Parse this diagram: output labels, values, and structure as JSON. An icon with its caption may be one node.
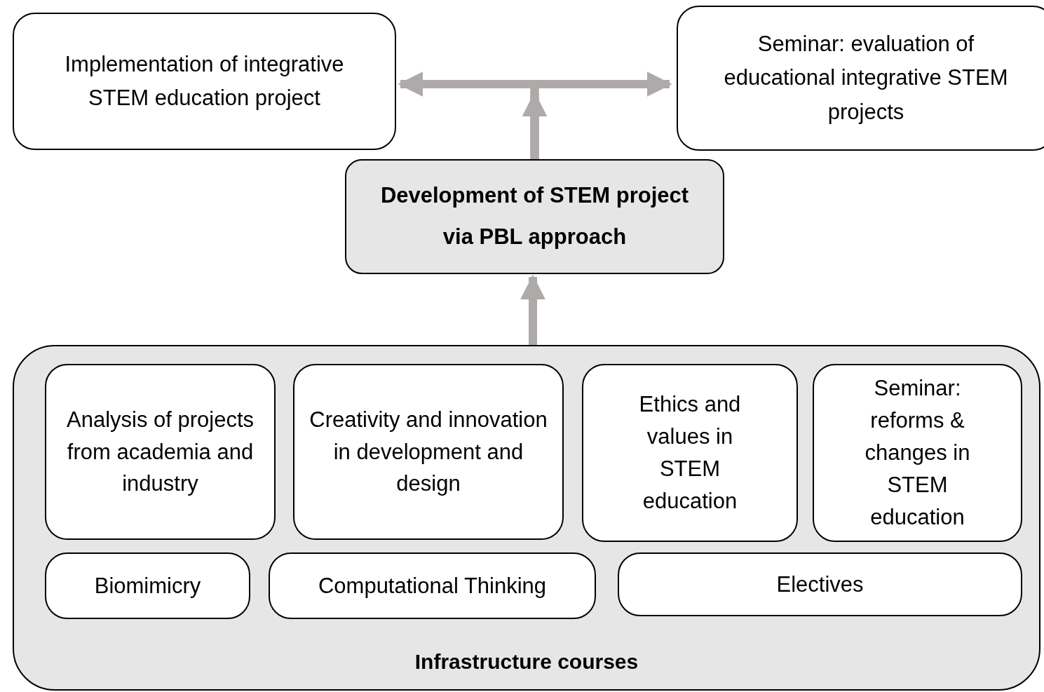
{
  "diagram": {
    "nodes": [
      {
        "text": [
          "Implementation of integrative STEM education project"
        ]
      },
      {
        "text": [
          "Seminar: evaluation of educational integrative STEM projects"
        ]
      },
      {
        "text": [
          "Development of STEM project via PBL approach"
        ]
      },
      {
        "text": [
          "Infrastructure courses"
        ]
      },
      {
        "text": [
          "Analysis of projects from academia and industry"
        ],
        "in": 3
      },
      {
        "text": [
          "Creativity and innovation in development and design"
        ],
        "in": 3
      },
      {
        "text": [
          "Ethics and values in STEM education"
        ],
        "in": 3
      },
      {
        "text": [
          "Seminar: reforms & changes in STEM education"
        ],
        "in": 3
      },
      {
        "text": [
          "Biomimicry"
        ],
        "in": 3
      },
      {
        "text": [
          "Computational Thinking"
        ],
        "in": 3
      },
      {
        "text": [
          "Electives"
        ],
        "in": 3
      }
    ],
    "edges": [
      {
        "from": 3,
        "to": 2,
        "arrow": "to"
      },
      {
        "from": 2,
        "to": 0,
        "arrow": "to"
      },
      {
        "from": 2,
        "to": 1,
        "arrow": "to"
      }
    ]
  }
}
